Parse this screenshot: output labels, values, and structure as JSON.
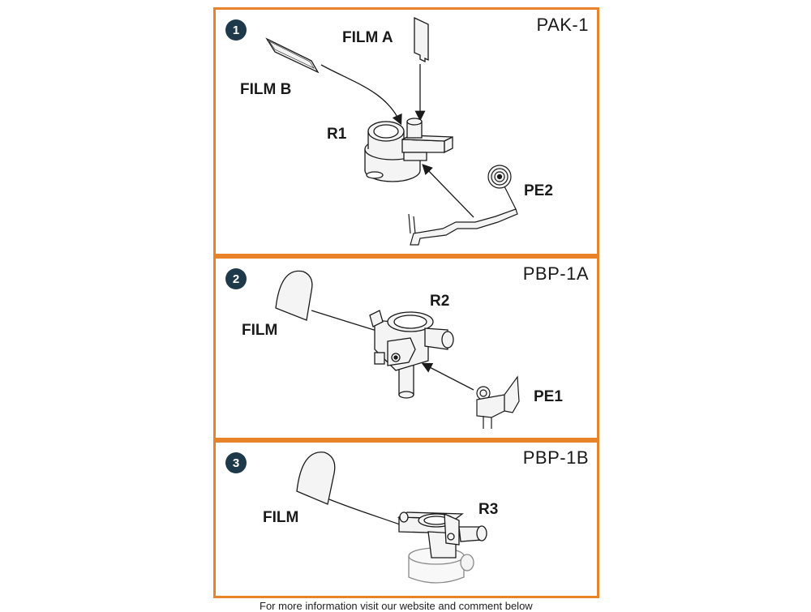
{
  "panels": [
    {
      "step": "1",
      "title": "PAK-1",
      "labels": {
        "film_a": "FILM A",
        "film_b": "FILM B",
        "r1": "R1",
        "pe2": "PE2"
      }
    },
    {
      "step": "2",
      "title": "PBP-1A",
      "labels": {
        "film": "FILM",
        "r2": "R2",
        "pe1": "PE1"
      }
    },
    {
      "step": "3",
      "title": "PBP-1B",
      "labels": {
        "film": "FILM",
        "r3": "R3"
      }
    }
  ],
  "colors": {
    "frame": "#e8832a",
    "badge": "#1e3a4a",
    "line": "#1a1a1a"
  },
  "footer": "For more information visit our website and comment below"
}
